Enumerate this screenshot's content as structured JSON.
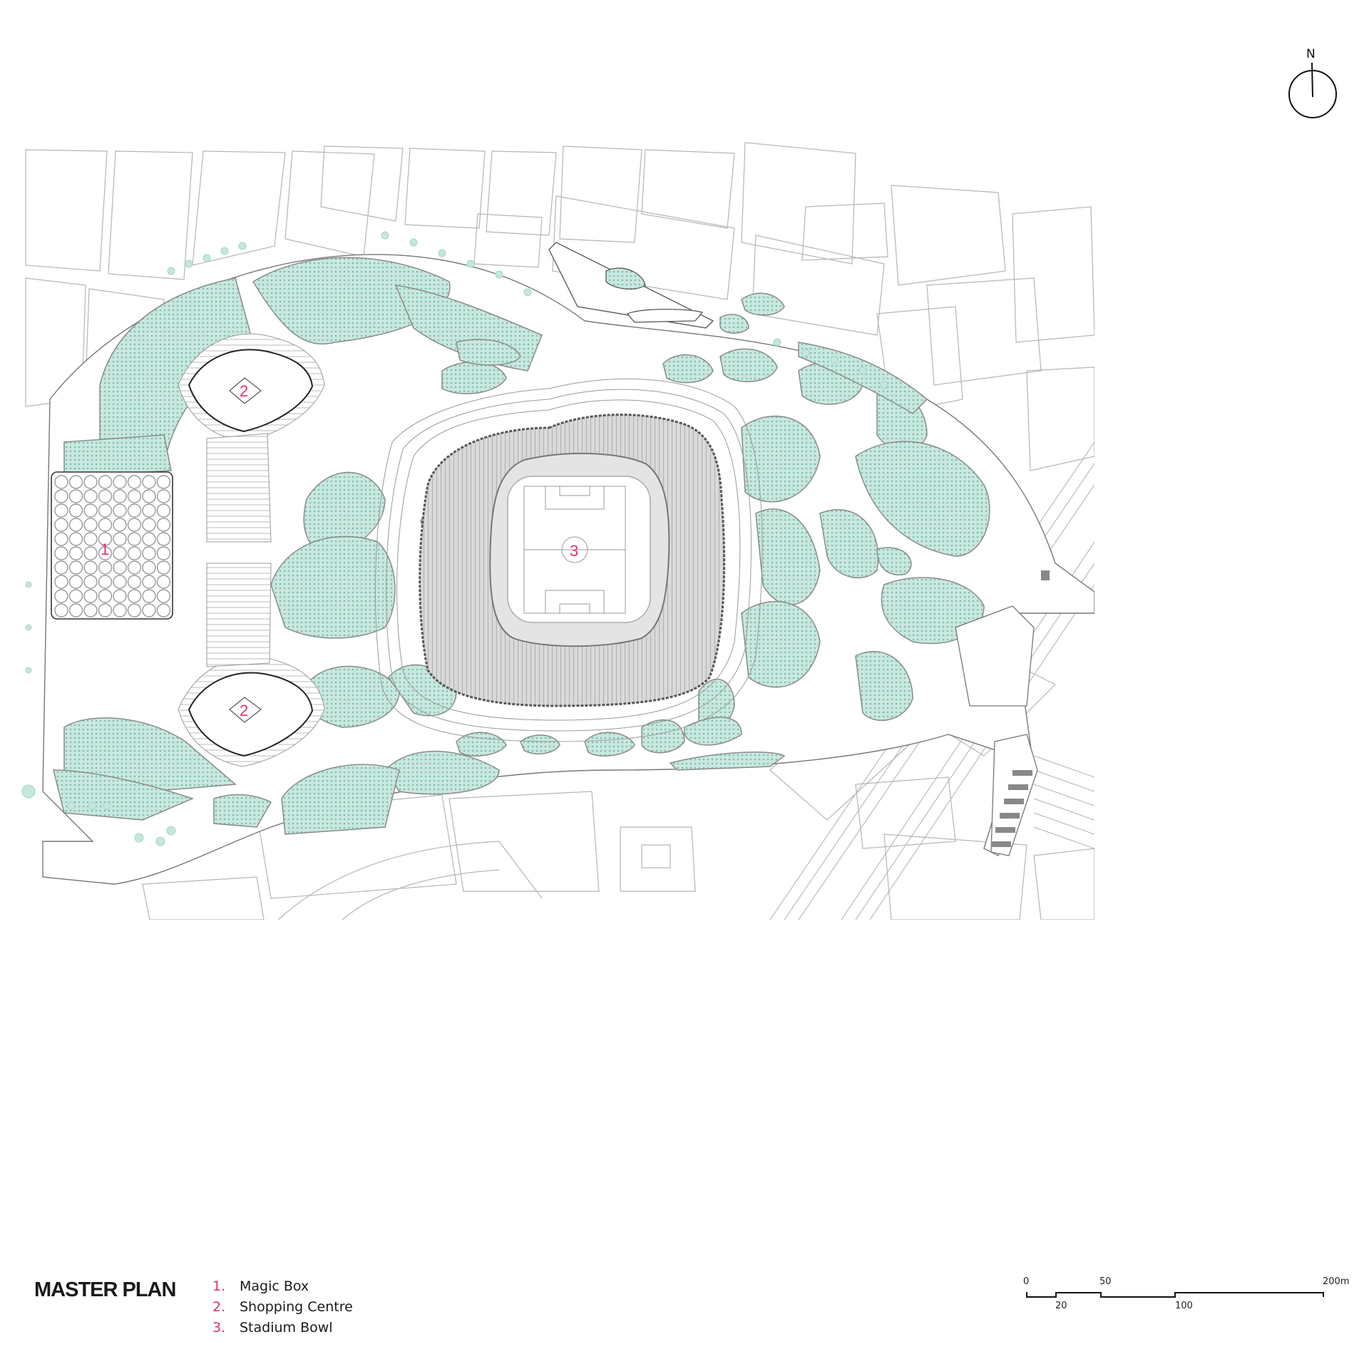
{
  "north_arrow": {
    "label": "N"
  },
  "title": "MASTER PLAN",
  "legend": [
    {
      "number": "1.",
      "label": "Magic Box"
    },
    {
      "number": "2.",
      "label": "Shopping Centre"
    },
    {
      "number": "3.",
      "label": "Stadium Bowl"
    }
  ],
  "map_labels": {
    "magic_box": "1",
    "shopping_centre_north": "2",
    "shopping_centre_south": "2",
    "stadium_bowl": "3"
  },
  "scale_bar": {
    "top_labels": [
      "0",
      "50",
      "200m"
    ],
    "bottom_labels": [
      "20",
      "100"
    ],
    "unit": "m"
  },
  "colors": {
    "accent_label": "#e0306b",
    "landscape_green": "#a9d8cc",
    "linework": "#9a9a9a",
    "dark_line": "#222222",
    "stadium_shade": "#8a8a8a"
  }
}
